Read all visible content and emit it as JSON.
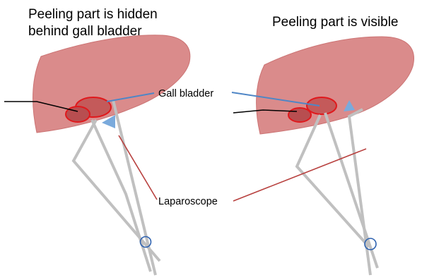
{
  "panels": {
    "left": {
      "title_line1": "Peeling part is hidden",
      "title_line2": "behind gall bladder"
    },
    "right": {
      "title": "Peeling part is visible"
    }
  },
  "labels": {
    "gall_bladder": "Gall bladder",
    "laparoscope": "Laparoscope"
  },
  "colors": {
    "liver": "#d98585",
    "gall_bladder_outline": "#e0181c",
    "instrument": "#c0c0c0",
    "scope_tip": "#7aaadc",
    "pivot_ring": "#2e62b0",
    "gall_leader": "#4f86c6",
    "laparoscope_leader": "#b8413f"
  }
}
